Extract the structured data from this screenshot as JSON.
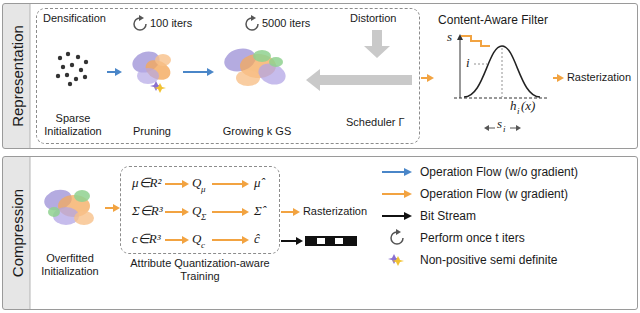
{
  "diagram": {
    "nodes": [
      {
        "text": [
          "Representation"
        ]
      },
      {
        "text": [
          "Densification"
        ],
        "in": 0
      },
      {
        "text": [
          "Sparse Initialization"
        ],
        "in": 1
      },
      {
        "text": [
          "Pruning"
        ],
        "in": 1
      },
      {
        "text": [
          "Growing k GS"
        ],
        "in": 1
      },
      {
        "text": [
          "Content-Aware Filter"
        ],
        "in": 0
      },
      {
        "text": [
          "Rasterization"
        ],
        "in": 0
      },
      {
        "text": [
          "Compression"
        ]
      },
      {
        "text": [
          "Overfitted Initialization"
        ],
        "in": 7
      },
      {
        "text": [
          "Attribute Quantization-aware Training"
        ],
        "in": 7
      },
      {
        "text": [
          "Rasterization"
        ],
        "in": 7
      }
    ],
    "edges": [
      {
        "from": 2,
        "to": 3,
        "arrow": "to"
      },
      {
        "from": 3,
        "to": 4,
        "arrow": "to"
      },
      {
        "from": 1,
        "to": 5,
        "arrow": "to"
      },
      {
        "from": 5,
        "to": 6,
        "arrow": "to"
      },
      {
        "from": 8,
        "to": 9,
        "arrow": "to"
      },
      {
        "from": 9,
        "to": 10,
        "arrow": "to"
      }
    ],
    "labels": [
      "100 iters",
      "5000 iters",
      "Distortion",
      "Scheduler Γ",
      "s",
      "i",
      "h",
      "i",
      "(x)",
      "s",
      "i",
      "μ∈R²",
      "Q",
      "μ",
      "μ̂",
      "Σ∈R³",
      "Q",
      "Σ",
      "Σ̂",
      "c∈R³",
      "Q",
      "c",
      "ĉ"
    ],
    "legend": [
      {
        "text": "Operation Flow (w/o gradient)"
      },
      {
        "text": "Operation Flow (w gradient)"
      },
      {
        "text": "Bit Stream"
      },
      {
        "text": "Perform once t iters"
      },
      {
        "text": "Non-positive semi definite"
      }
    ]
  }
}
